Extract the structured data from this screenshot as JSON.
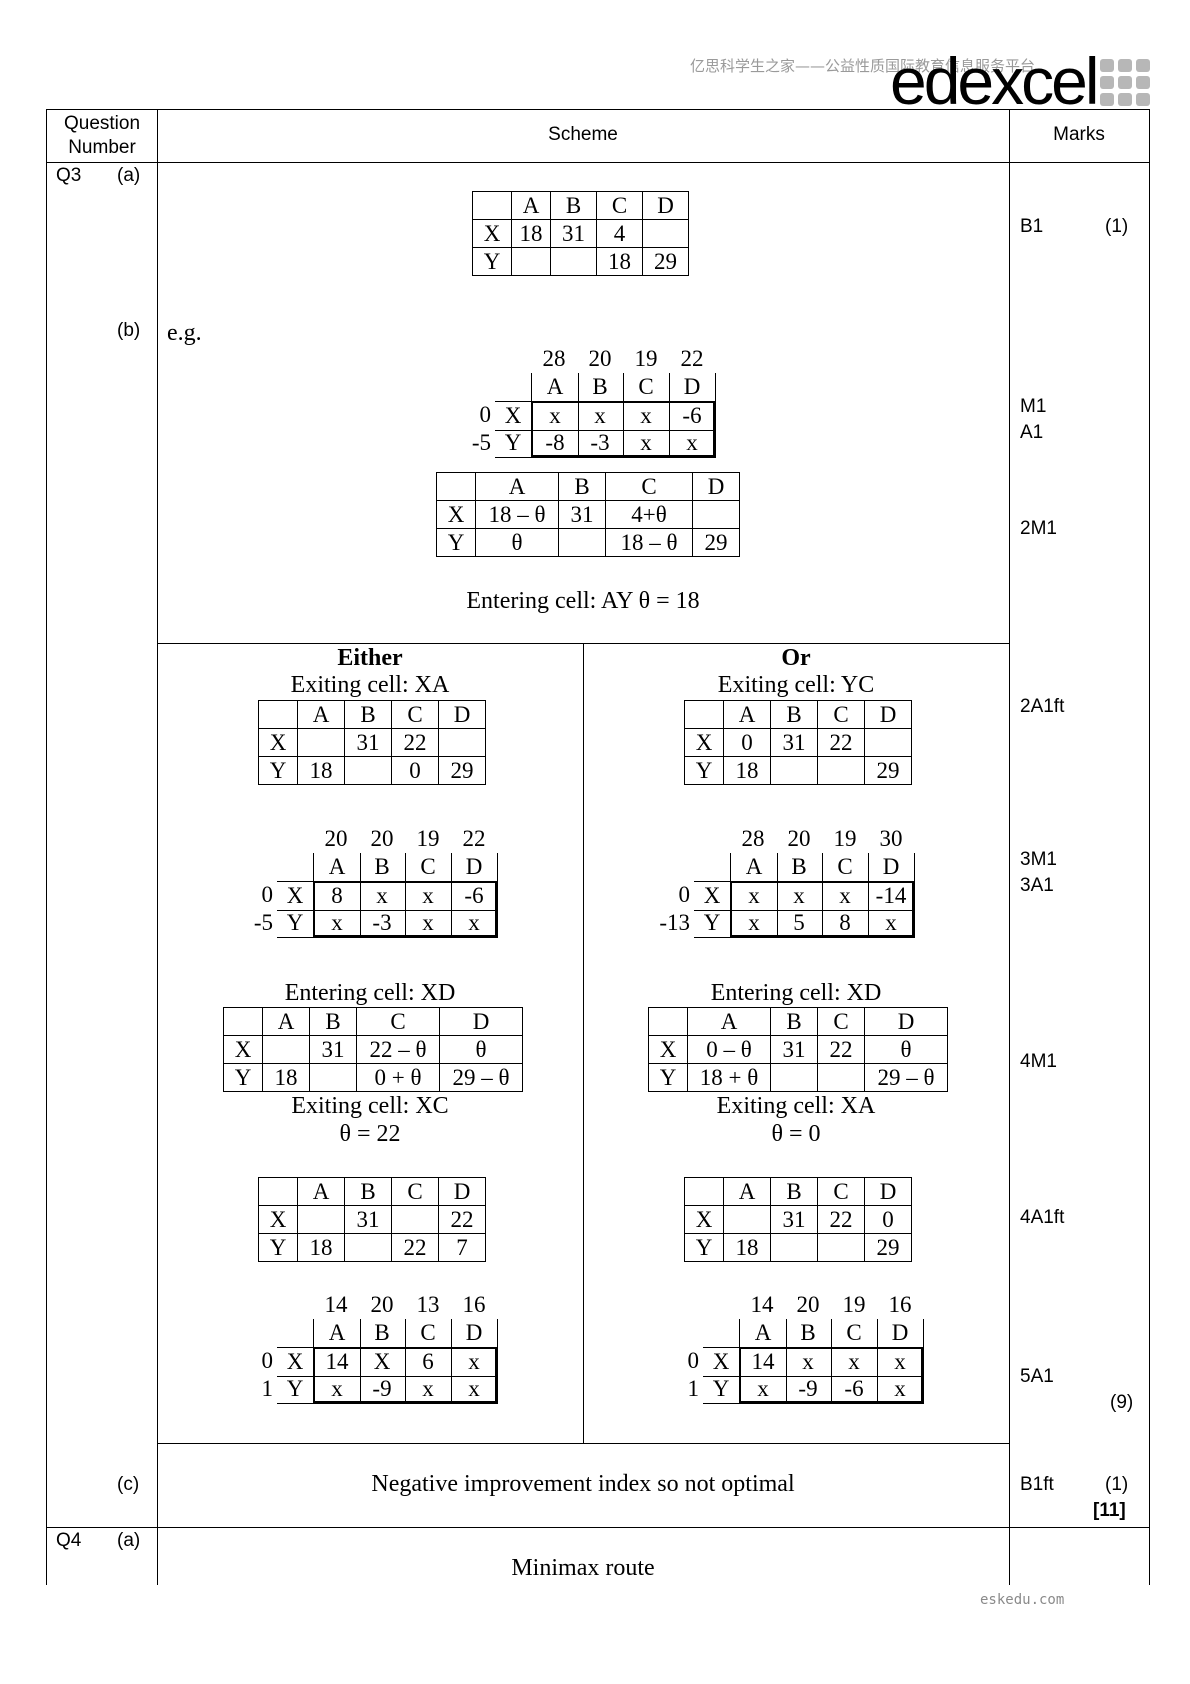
{
  "header": {
    "watermark": "亿思科学生之家——公益性质国际教育信息服务平台",
    "logo": "edexcel",
    "col_question": "Question Number",
    "col_scheme": "Scheme",
    "col_marks": "Marks",
    "footer": "eskedu.com"
  },
  "q3": {
    "label": "Q3",
    "part_a": "(a)",
    "part_b": "(b)",
    "part_c": "(c)",
    "eg": "e.g.",
    "entering_ay": "Entering cell: AY    θ = 18",
    "either": "Either",
    "or": "Or",
    "either_exit": "Exiting cell: XA",
    "or_exit": "Exiting cell: YC",
    "either_enter": "Entering cell: XD",
    "or_enter": "Entering cell: XD",
    "either_exit2": "Exiting cell: XC",
    "either_theta": "θ = 22",
    "or_exit2": "Exiting cell: XA",
    "or_theta": "θ = 0",
    "conclusion": "Negative improvement index so not optimal",
    "marks": {
      "a": "B1",
      "a_total": "(1)",
      "m1": "M1",
      "a1": "A1",
      "m2": "2M1",
      "a2": "2A1ft",
      "m3": "3M1",
      "a3": "3A1",
      "m4": "4M1",
      "a4": "4A1ft",
      "a5": "5A1",
      "b_total": "(9)",
      "c": "B1ft",
      "c_total": "(1)",
      "grand_total": "[11]"
    }
  },
  "q4": {
    "label": "Q4",
    "part_a": "(a)",
    "heading": "Minimax route"
  },
  "tables": {
    "t_a": [
      [
        "",
        "A",
        "B",
        "C",
        "D"
      ],
      [
        "X",
        "18",
        "31",
        "4",
        ""
      ],
      [
        "Y",
        "",
        "",
        "18",
        "29"
      ]
    ],
    "t_b_theta": [
      [
        "",
        "A",
        "B",
        "C",
        "D"
      ],
      [
        "X",
        "18 – θ",
        "31",
        "4+θ",
        ""
      ],
      [
        "Y",
        "θ",
        "",
        "18 – θ",
        "29"
      ]
    ],
    "e1": [
      [
        "",
        "A",
        "B",
        "C",
        "D"
      ],
      [
        "X",
        "",
        "31",
        "22",
        ""
      ],
      [
        "Y",
        "18",
        "",
        "0",
        "29"
      ]
    ],
    "o1": [
      [
        "",
        "A",
        "B",
        "C",
        "D"
      ],
      [
        "X",
        "0",
        "31",
        "22",
        ""
      ],
      [
        "Y",
        "18",
        "",
        "",
        "29"
      ]
    ],
    "e2": [
      [
        "",
        "A",
        "B",
        "C",
        "D"
      ],
      [
        "X",
        "",
        "31",
        "22 – θ",
        "θ"
      ],
      [
        "Y",
        "18",
        "",
        "0 + θ",
        "29 – θ"
      ]
    ],
    "o2": [
      [
        "",
        "A",
        "B",
        "C",
        "D"
      ],
      [
        "X",
        "0 – θ",
        "31",
        "22",
        "θ"
      ],
      [
        "Y",
        "18 + θ",
        "",
        "",
        "29 – θ"
      ]
    ],
    "e3": [
      [
        "",
        "A",
        "B",
        "C",
        "D"
      ],
      [
        "X",
        "",
        "31",
        "",
        "22"
      ],
      [
        "Y",
        "18",
        "",
        "22",
        "7"
      ]
    ],
    "o3": [
      [
        "",
        "A",
        "B",
        "C",
        "D"
      ],
      [
        "X",
        "",
        "31",
        "22",
        "0"
      ],
      [
        "Y",
        "18",
        "",
        "",
        "29"
      ]
    ]
  },
  "index_grids": {
    "g_b": {
      "k": [
        "28",
        "20",
        "19",
        "22"
      ],
      "r": [
        "0",
        "-5"
      ],
      "rows": [
        [
          "x",
          "x",
          "x",
          "-6"
        ],
        [
          "-8",
          "-3",
          "x",
          "x"
        ]
      ]
    },
    "g_e1": {
      "k": [
        "20",
        "20",
        "19",
        "22"
      ],
      "r": [
        "0",
        "-5"
      ],
      "rows": [
        [
          "8",
          "x",
          "x",
          "-6"
        ],
        [
          "x",
          "-3",
          "x",
          "x"
        ]
      ]
    },
    "g_o1": {
      "k": [
        "28",
        "20",
        "19",
        "30"
      ],
      "r": [
        "0",
        "-13"
      ],
      "rows": [
        [
          "x",
          "x",
          "x",
          "-14"
        ],
        [
          "x",
          "5",
          "8",
          "x"
        ]
      ]
    },
    "g_e2": {
      "k": [
        "14",
        "20",
        "13",
        "16"
      ],
      "r": [
        "0",
        "1"
      ],
      "rows": [
        [
          "14",
          "X",
          "6",
          "x"
        ],
        [
          "x",
          "-9",
          "x",
          "x"
        ]
      ]
    },
    "g_o2": {
      "k": [
        "14",
        "20",
        "19",
        "16"
      ],
      "r": [
        "0",
        "1"
      ],
      "rows": [
        [
          "14",
          "x",
          "x",
          "x"
        ],
        [
          "x",
          "-9",
          "-6",
          "x"
        ]
      ]
    }
  }
}
